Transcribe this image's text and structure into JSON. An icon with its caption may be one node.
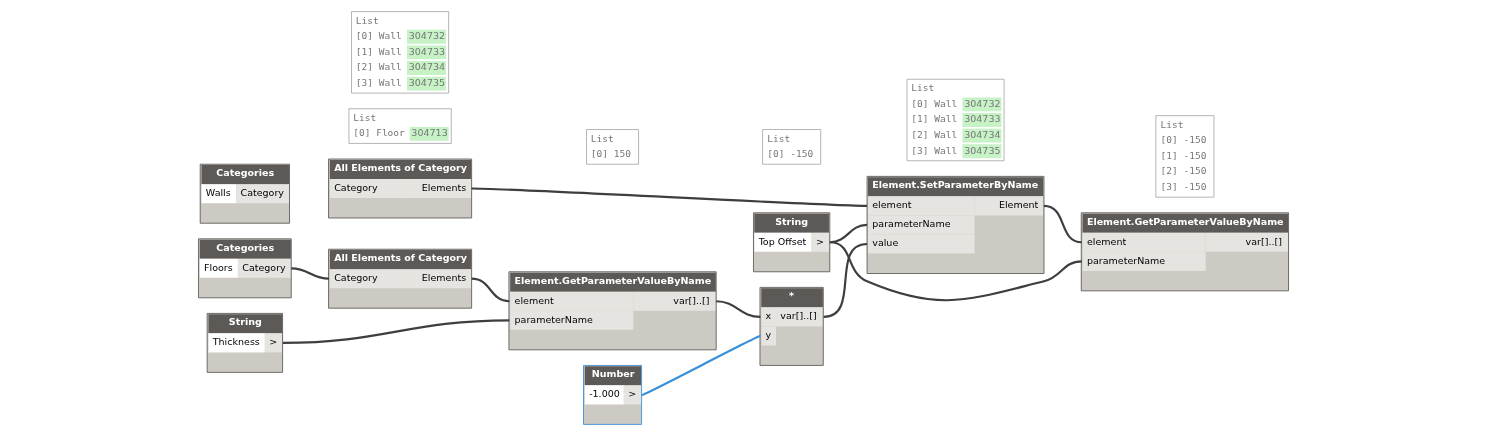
{
  "diagram": {
    "nodes": [
      {
        "text": [
          "String",
          "Thickness",
          ">"
        ]
      },
      {
        "text": [
          "Categories",
          "Floors",
          "Category"
        ]
      },
      {
        "text": [
          "All Elements of Category",
          "Category",
          "Elements"
        ]
      },
      {
        "text": [
          "List",
          "[0] Floor",
          "304713"
        ]
      },
      {
        "text": [
          "Element.GetParameterValueByName",
          "element",
          "parameterName",
          "var[]..[]"
        ]
      },
      {
        "text": [
          "List",
          "[0] 150"
        ]
      },
      {
        "text": [
          "*",
          "x",
          "y",
          "var[]..[]"
        ]
      },
      {
        "text": [
          "List",
          "[0] -150"
        ]
      },
      {
        "text": [
          "Categories",
          "Walls",
          "Category"
        ]
      },
      {
        "text": [
          "All Elements of Category",
          "Category",
          "Elements"
        ]
      },
      {
        "text": [
          "List",
          "[0] Wall",
          "304732",
          "[1] Wall",
          "304733",
          "[2] Wall",
          "304734",
          "[3] Wall",
          "304735"
        ]
      },
      {
        "text": [
          "Number",
          "-1.000",
          ">"
        ]
      },
      {
        "text": [
          "Element.SetParameterByName",
          "element",
          "parameterName",
          "value",
          "Element"
        ]
      },
      {
        "text": [
          "String",
          "Top Offset",
          ">"
        ]
      },
      {
        "text": [
          "List",
          "[0] Wall",
          "304732",
          "[1] Wall",
          "304733",
          "[2] Wall",
          "304734",
          "[3] Wall",
          "304735"
        ]
      },
      {
        "text": [
          "Element.GetParameterValueByName",
          "element",
          "parameterName",
          "var[]..[]"
        ]
      },
      {
        "text": [
          "List",
          "[0] -150",
          "[1] -150",
          "[2] -150",
          "[3] -150"
        ]
      }
    ],
    "edges": [
      {
        "from": 1,
        "to": 2,
        "arrow": "none"
      },
      {
        "from": 2,
        "to": 4,
        "arrow": "none"
      },
      {
        "from": 0,
        "to": 4,
        "arrow": "none"
      },
      {
        "from": 4,
        "to": 6,
        "arrow": "none"
      },
      {
        "from": 11,
        "to": 6,
        "arrow": "none",
        "color": "#3a8fd8"
      },
      {
        "from": 6,
        "to": 12,
        "arrow": "none"
      },
      {
        "from": 9,
        "to": 12,
        "arrow": "none"
      },
      {
        "from": 13,
        "to": 12,
        "arrow": "none"
      },
      {
        "from": 13,
        "to": 15,
        "arrow": "none"
      },
      {
        "from": 12,
        "to": 15,
        "arrow": "none"
      }
    ]
  }
}
